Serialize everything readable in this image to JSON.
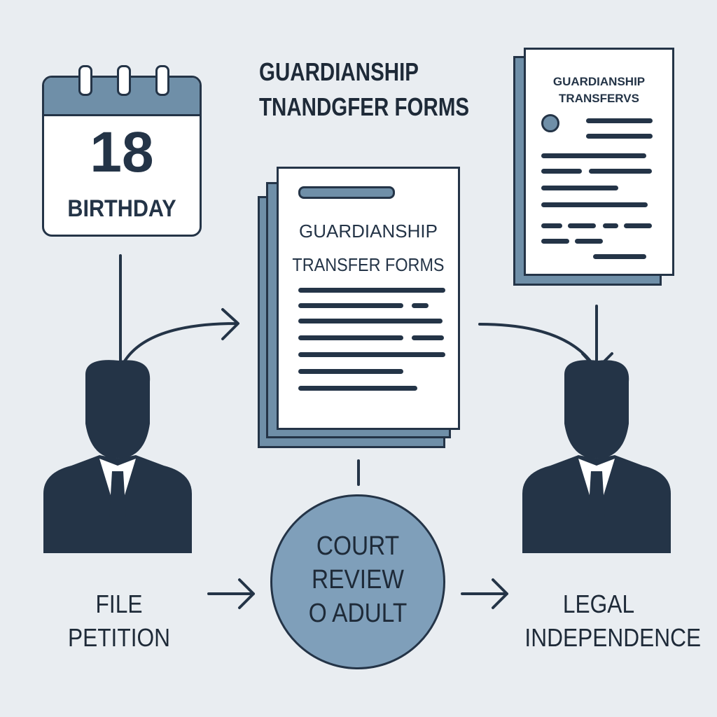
{
  "title": {
    "line1": "GUARDIANSHIP",
    "line2": "TNANDGFER FORMS"
  },
  "calendar": {
    "day": "18",
    "label": "BIRTHDAY"
  },
  "center_document": {
    "line1": "GUARDIANSHIP",
    "line2": "TRANSFER FORMS"
  },
  "right_document": {
    "line1": "GUARDIANSHIP",
    "line2": "TRANSFERVS"
  },
  "court": {
    "line1": "COURT",
    "line2": "REVIEW",
    "line3": "O ADULT"
  },
  "left_label": {
    "line1": "FILE",
    "line2": "PETITION"
  },
  "right_label": {
    "line1": "LEGAL",
    "line2": "INDEPENDENCE"
  },
  "colors": {
    "background": "#e9edf1",
    "navy": "#243447",
    "slate": "#6f8fa8",
    "circle": "#7f9fba"
  }
}
